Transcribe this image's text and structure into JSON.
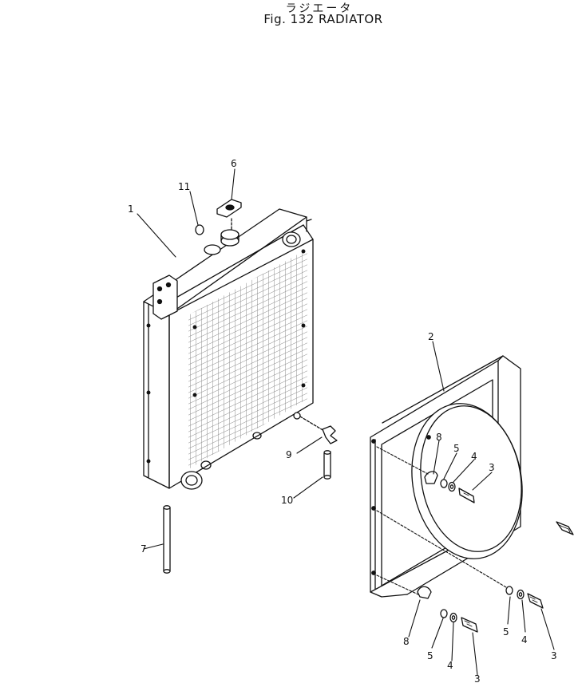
{
  "header": {
    "title_jp": "ラジエータ",
    "title_en": "Fig. 132  RADIATOR"
  },
  "callouts": {
    "c1": "1",
    "c2": "2",
    "c3a": "3",
    "c3b": "3",
    "c3c": "3",
    "c4a": "4",
    "c4b": "4",
    "c4c": "4",
    "c5a": "5",
    "c5b": "5",
    "c5c": "5",
    "c6": "6",
    "c7": "7",
    "c8a": "8",
    "c8b": "8",
    "c9": "9",
    "c10": "10",
    "c11": "11"
  }
}
